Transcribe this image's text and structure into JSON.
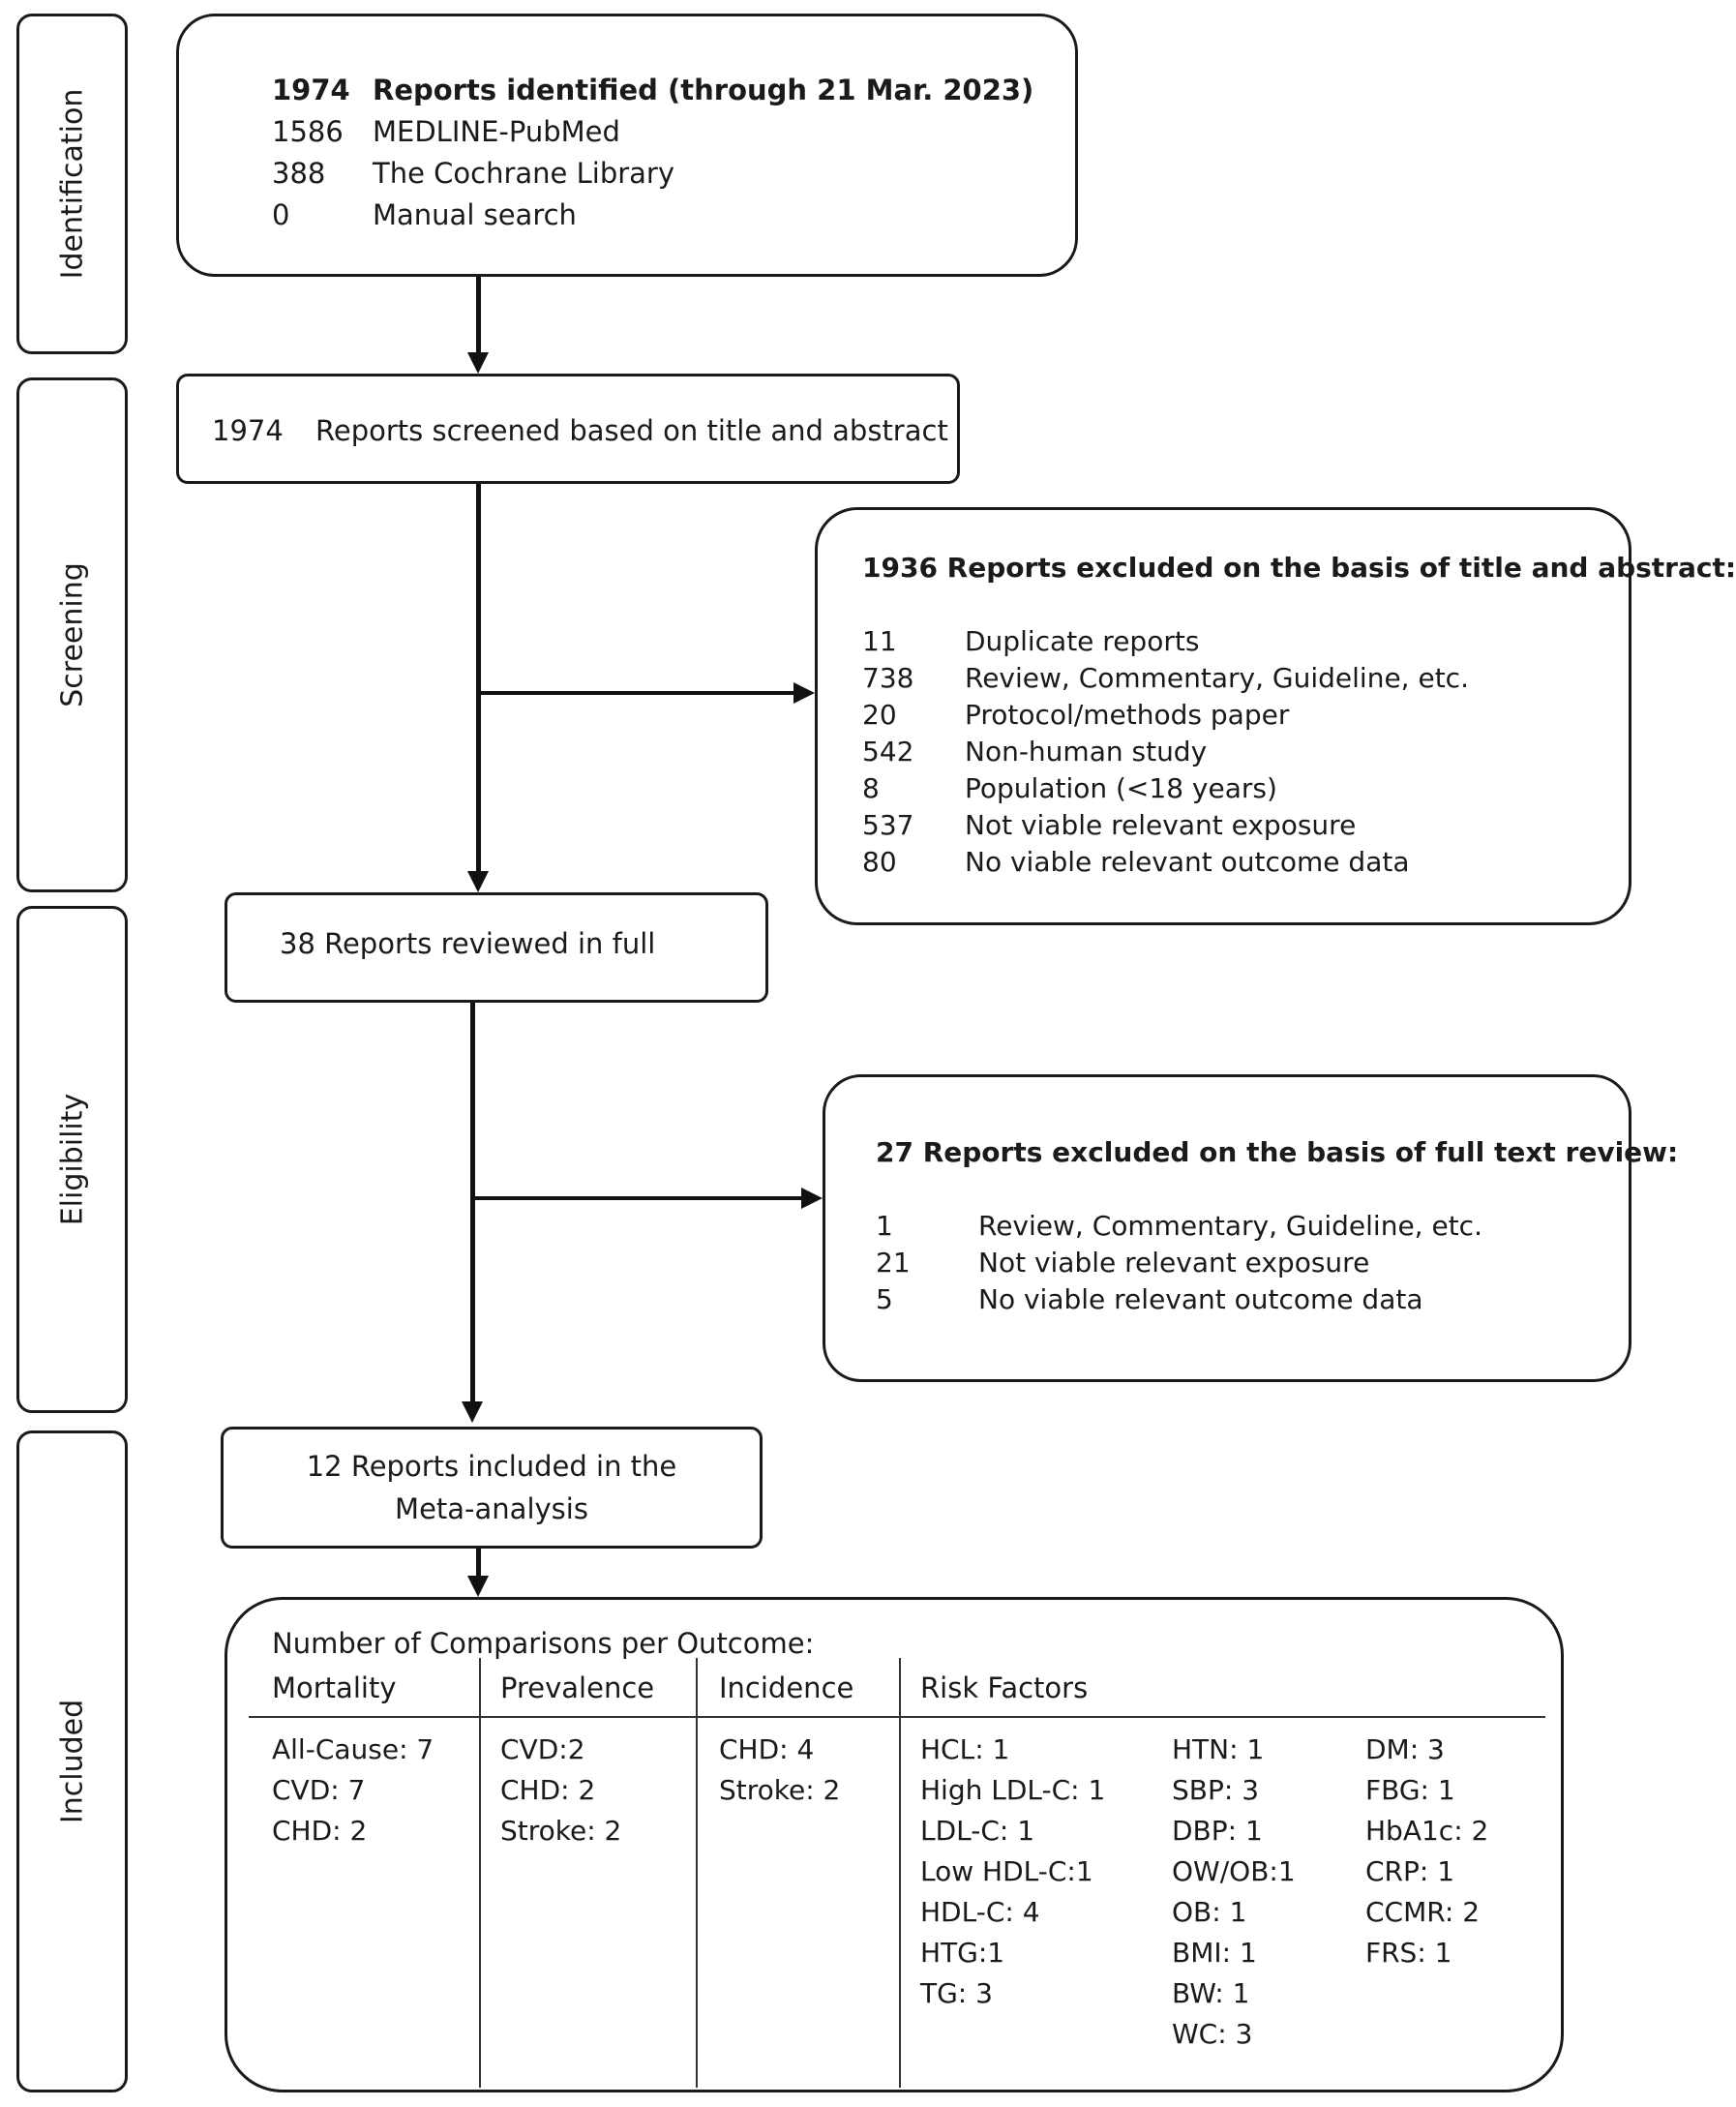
{
  "stages": [
    "Identification",
    "Screening",
    "Eligibility",
    "Included"
  ],
  "identification": {
    "rows": [
      {
        "n": "1974",
        "label": "Reports identified (through 21 Mar. 2023)"
      },
      {
        "n": "1586",
        "label": "MEDLINE-PubMed"
      },
      {
        "n": "388",
        "label": "The Cochrane Library"
      },
      {
        "n": "0",
        "label": "Manual search"
      }
    ]
  },
  "screening": {
    "n": "1974",
    "label": "Reports screened based on title and abstract"
  },
  "excluded_screening": {
    "title": "1936 Reports excluded on the basis of title and abstract:",
    "rows": [
      {
        "n": "11",
        "label": "Duplicate reports"
      },
      {
        "n": "738",
        "label": "Review, Commentary, Guideline, etc."
      },
      {
        "n": "20",
        "label": "Protocol/methods paper"
      },
      {
        "n": "542",
        "label": "Non-human study"
      },
      {
        "n": "8",
        "label": "Population (<18 years)"
      },
      {
        "n": "537",
        "label": "Not viable relevant exposure"
      },
      {
        "n": "80",
        "label": "No viable relevant outcome data"
      }
    ]
  },
  "fulltext": {
    "label": "38  Reports reviewed in full"
  },
  "excluded_fulltext": {
    "title": "27 Reports excluded on the basis of full text review:",
    "rows": [
      {
        "n": "1",
        "label": "Review, Commentary, Guideline, etc."
      },
      {
        "n": "21",
        "label": "Not viable relevant exposure"
      },
      {
        "n": "5",
        "label": "No viable relevant outcome data"
      }
    ]
  },
  "included": {
    "line1": "12 Reports included in the",
    "line2": "Meta-analysis"
  },
  "outcomes": {
    "title": "Number of Comparisons per Outcome:",
    "headers": [
      "Mortality",
      "Prevalence",
      "Incidence",
      "Risk Factors"
    ],
    "mortality": [
      "All-Cause: 7",
      "CVD: 7",
      "CHD: 2"
    ],
    "prevalence": [
      "CVD:2",
      "CHD: 2",
      "Stroke:  2"
    ],
    "incidence": [
      "CHD: 4",
      "Stroke:  2"
    ],
    "risk_factors_col1": [
      "HCL: 1",
      "High LDL-C: 1",
      "LDL-C: 1",
      "Low HDL-C:1",
      "HDL-C: 4",
      "HTG:1",
      "TG: 3"
    ],
    "risk_factors_col2": [
      "HTN: 1",
      "SBP: 3",
      "DBP: 1",
      "OW/OB:1",
      "OB: 1",
      "BMI: 1",
      "BW: 1",
      "WC: 3"
    ],
    "risk_factors_col3": [
      "DM: 3",
      "FBG: 1",
      "HbA1c: 2",
      "CRP: 1",
      "CCMR: 2",
      "FRS: 1"
    ]
  }
}
